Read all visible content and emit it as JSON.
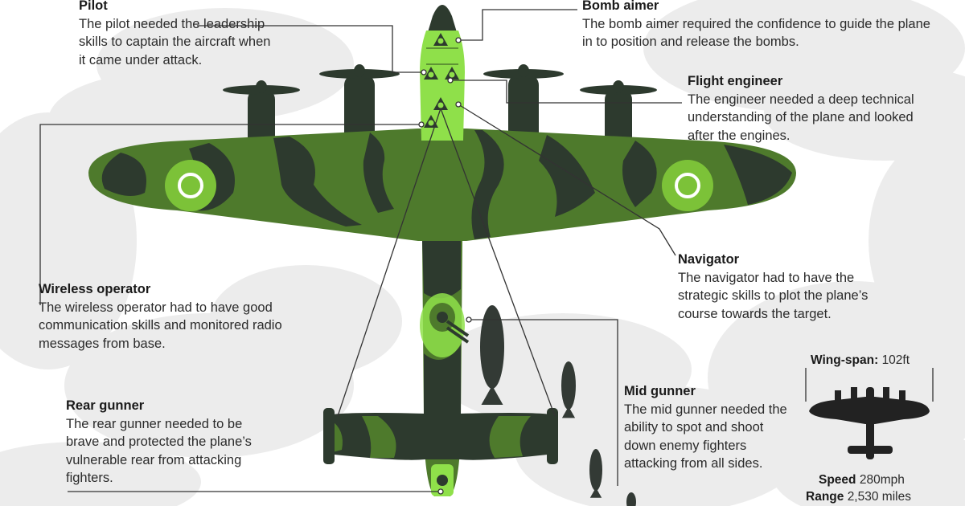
{
  "colors": {
    "background": "#ffffff",
    "cloud": "#ececec",
    "camo_light": "#4e7a2c",
    "camo_dark": "#2d3a2e",
    "crew_highlight": "#8fe04a",
    "roundel": "#7cc238",
    "bomb": "#333a35",
    "text": "#2b2b2b",
    "leader_line": "#333333"
  },
  "crew": {
    "pilot": {
      "role": "Pilot",
      "description": "The pilot needed the leadership skills to captain the aircraft when it came under attack."
    },
    "bomb_aimer": {
      "role": "Bomb aimer",
      "description": "The bomb aimer required the confidence to guide the plane in to position and release the bombs."
    },
    "flight_engineer": {
      "role": "Flight engineer",
      "description": "The engineer needed a deep technical understanding of the plane and looked after the engines."
    },
    "navigator": {
      "role": "Navigator",
      "description": "The navigator had to have the strategic skills to plot the plane’s course towards the target."
    },
    "wireless_operator": {
      "role": "Wireless operator",
      "description": "The wireless operator had to have good communication skills and monitored radio messages from base."
    },
    "rear_gunner": {
      "role": "Rear gunner",
      "description": "The rear gunner needed to be brave and protected the plane’s vulnerable rear from attacking fighters."
    },
    "mid_gunner": {
      "role": "Mid gunner",
      "description": "The mid gunner needed the ability to spot and shoot down enemy fighters attacking from all sides."
    }
  },
  "specs": {
    "wingspan_label": "Wing-span:",
    "wingspan_value": "102ft",
    "speed_label": "Speed",
    "speed_value": "280mph",
    "range_label": "Range",
    "range_value": "2,530 miles"
  }
}
